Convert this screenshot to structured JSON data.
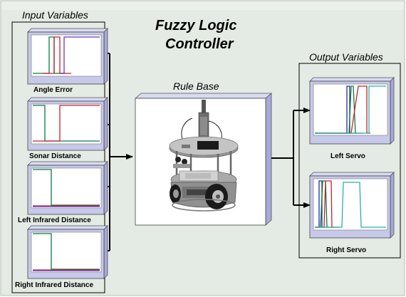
{
  "title": {
    "line1": "Fuzzy Logic",
    "line2": "Controller"
  },
  "input_panel": {
    "heading": "Input Variables",
    "plots": [
      {
        "label": "Angle Error"
      },
      {
        "label": "Sonar Distance"
      },
      {
        "label": "Left Infrared Distance"
      },
      {
        "label": "Right Infrared Distance"
      }
    ]
  },
  "rule_base": {
    "heading": "Rule Base"
  },
  "output_panel": {
    "heading": "Output Variables",
    "plots": [
      {
        "label": "Left Servo"
      },
      {
        "label": "Right Servo"
      }
    ]
  },
  "colors": {
    "background": "#e4ebe4",
    "plot_face": "#c7c9ea",
    "plot_side": "#a7aad8",
    "connector": "#000000",
    "mf_green": "#0b7a3c",
    "mf_red": "#c0242a",
    "mf_purple": "#7030c0",
    "mf_teal": "#2bb0a6",
    "mf_blue": "#2030a0"
  }
}
